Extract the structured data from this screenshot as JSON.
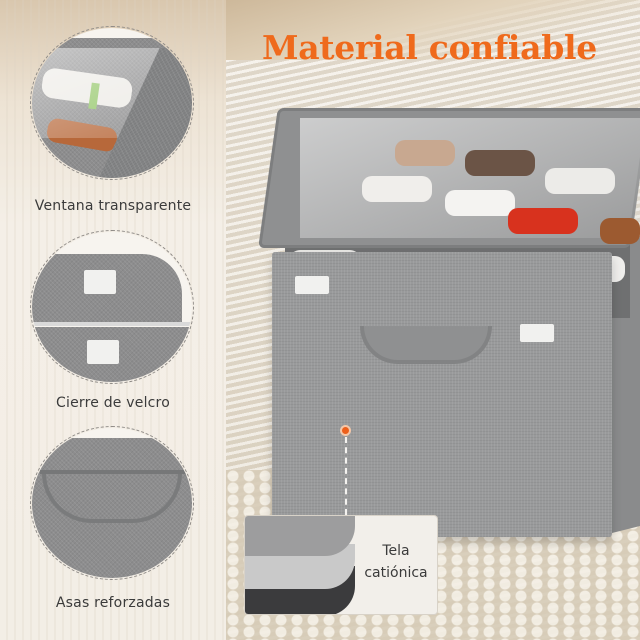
{
  "headline": "Material confiable",
  "features": [
    {
      "label": "Ventana transparente",
      "icon": "transparent-window-closeup"
    },
    {
      "label": "Cierre de velcro",
      "icon": "velcro-closure-closeup"
    },
    {
      "label": "Asas reforzadas",
      "icon": "reinforced-handle-closeup"
    }
  ],
  "callout": {
    "line1": "Tela",
    "line2": "catiónica",
    "icon": "fabric-layers"
  },
  "colors": {
    "headline": "#ef6a1c",
    "marker": "#ec5f1b",
    "fabric_gray": "#999a9b",
    "label_text": "#3b3b3b",
    "panel_bg": "#f3eee6"
  }
}
